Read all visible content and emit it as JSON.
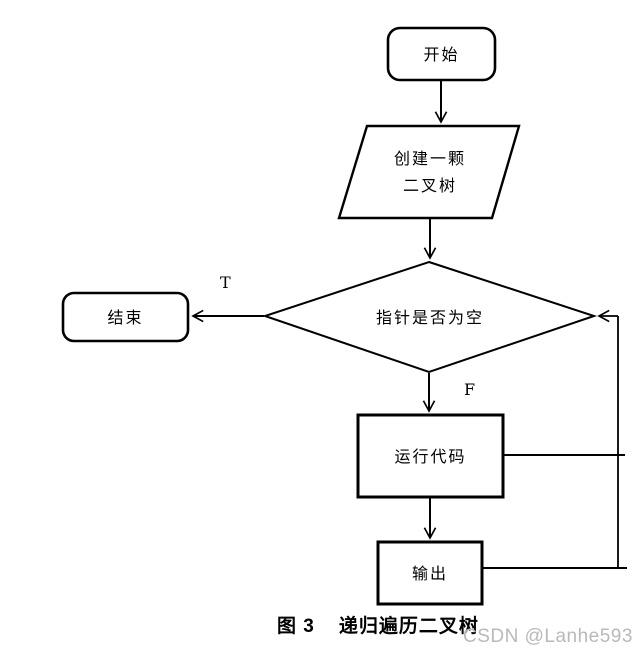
{
  "figure": {
    "caption_number": "图 3",
    "caption_title": "递归遍历二叉树",
    "watermark": "CSDN @Lanhe593"
  },
  "flowchart": {
    "nodes": {
      "start": {
        "type": "terminator",
        "label": "开始"
      },
      "create": {
        "type": "input-output",
        "label": "创建一颗二叉树",
        "line1": "创建一颗",
        "line2": "二叉树"
      },
      "decision": {
        "type": "decision",
        "label": "指针是否为空"
      },
      "end": {
        "type": "terminator",
        "label": "结束"
      },
      "run": {
        "type": "process",
        "label": "运行代码"
      },
      "output": {
        "type": "process",
        "label": "输出"
      }
    },
    "branch_labels": {
      "true": "T",
      "false": "F"
    },
    "edges": [
      {
        "from": "start",
        "to": "create"
      },
      {
        "from": "create",
        "to": "decision"
      },
      {
        "from": "decision",
        "to": "end",
        "label": "T"
      },
      {
        "from": "decision",
        "to": "run",
        "label": "F"
      },
      {
        "from": "run",
        "to": "output"
      },
      {
        "from": "run",
        "to": "decision",
        "via": "right-feedback-line"
      },
      {
        "from": "output",
        "to": "decision",
        "via": "right-feedback-line"
      }
    ]
  },
  "colors": {
    "line": "#000000",
    "text": "#000000",
    "watermark": "#b9b9b9",
    "background": "#ffffff"
  }
}
